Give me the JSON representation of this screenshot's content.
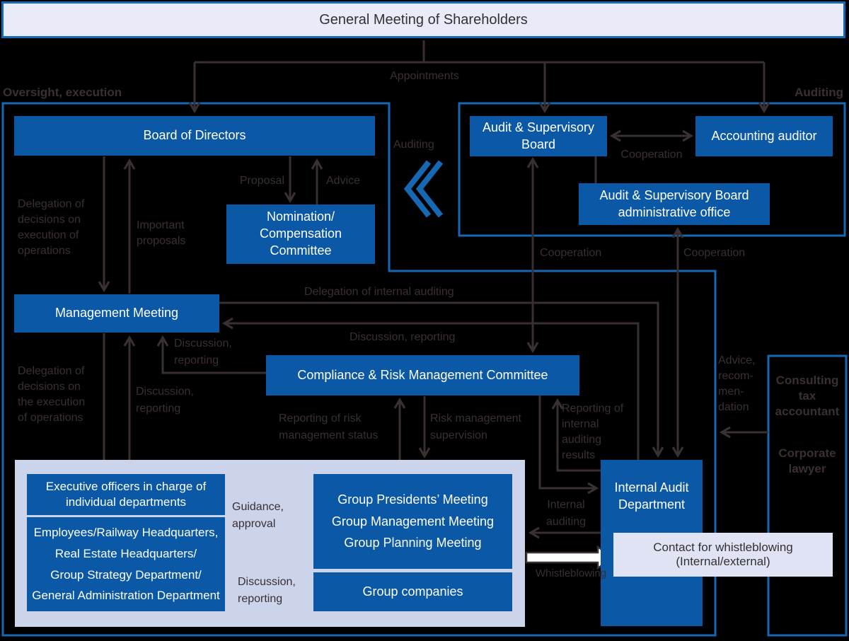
{
  "colors": {
    "bg": "#000000",
    "box": "#0a58a6",
    "accent": "#1668b3",
    "line": "#3a2f31",
    "text-dark": "#3a2f31",
    "text-white": "#ffffff",
    "text-gms": "#343034",
    "light-top": "#e9ecf8",
    "light-container": "#ccd4ec",
    "light-contact": "#dfe3f4"
  },
  "header": {
    "title": "General Meeting of Shareholders",
    "appointments": "Appointments",
    "left_section": "Oversight, execution",
    "right_section": "Auditing"
  },
  "boxes": {
    "board": "Board of Directors",
    "nomination": "Nomination/\nCompensation\nCommittee",
    "management": "Management Meeting",
    "compliance": "Compliance & Risk Management Committee",
    "audit_supervisory_board": "Audit & Supervisory\nBoard",
    "accounting_auditor": "Accounting auditor",
    "asb_admin_office": "Audit & Supervisory Board\nadministrative office",
    "exec_officers": "Executive officers in charge of\nindividual departments",
    "employees": "Employees/Railway Headquarters,\nReal Estate Headquarters/\nGroup Strategy Department/\nGeneral Administration Department",
    "group_meetings": "Group Presidents’ Meeting\nGroup Management Meeting\nGroup Planning Meeting",
    "group_companies": "Group companies",
    "internal_audit": "Internal Audit\nDepartment",
    "contact_whistleblowing": "Contact for whistleblowing\n(Internal/external)",
    "consulting_tax_accountant": "Consulting\ntax\naccountant",
    "corporate_lawyer": "Corporate\nlawyer"
  },
  "labels": {
    "auditing_side": "Auditing",
    "proposal": "Proposal",
    "advice": "Advice",
    "delegation_upper": "Delegation of\ndecisions on\nexecution of\noperations",
    "important_proposals": "Important\nproposals",
    "delegation_lower": "Delegation of\ndecisions on\nthe execution\nof operations",
    "discussion_reporting_employees": "Discussion,\nreporting",
    "discussion_reporting_compliance": "Discussion,\nreporting",
    "delegation_internal_auditing": "Delegation of internal auditing",
    "discussion_reporting_ia": "Discussion, reporting",
    "cooperation_asb_accounting": "Cooperation",
    "cooperation_asb_compliance": "Cooperation",
    "cooperation_admin_ia": "Cooperation",
    "reporting_risk_status": "Reporting of risk\nmanagement status",
    "risk_supervision": "Risk management\nsupervision",
    "reporting_internal_results": "Reporting of\ninternal\nauditing\nresults",
    "advice_recommendation": "Advice,\nrecom-\nmen-\ndation",
    "internal_auditing": "Internal\nauditing",
    "whistleblowing": "Whistleblowing",
    "guidance_approval": "Guidance,\napproval",
    "discussion_reporting_group": "Discussion,\nreporting"
  }
}
